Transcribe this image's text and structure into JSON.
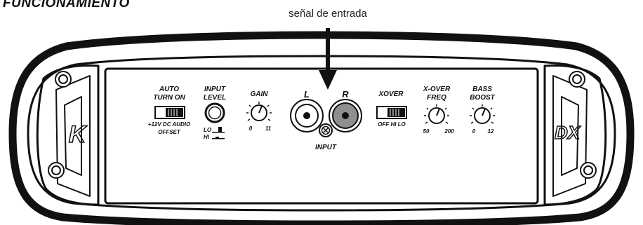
{
  "header": {
    "title": "FUNCIONAMIENTO"
  },
  "signal": {
    "caption": "señal de entrada"
  },
  "controls": {
    "auto_turn_on": {
      "line1": "AUTO",
      "line2": "TURN ON",
      "sub1": "+12V DC AUDIO",
      "sub2": "OFFSET"
    },
    "input_level": {
      "line1": "INPUT",
      "line2": "LEVEL",
      "lo": "LO",
      "hi": "HI"
    },
    "gain": {
      "label": "GAIN",
      "min": "0",
      "max": "11"
    },
    "rca": {
      "left": "L",
      "right": "R",
      "label": "INPUT"
    },
    "xover": {
      "label": "XOVER",
      "options": "OFF HI LO"
    },
    "xover_freq": {
      "line1": "X-OVER",
      "line2": "FREQ",
      "min": "50",
      "max": "200"
    },
    "bass_boost": {
      "line1": "BASS",
      "line2": "BOOST",
      "min": "0",
      "max": "12"
    }
  },
  "brand": {
    "left_logo": "K",
    "right_logo": "DX"
  },
  "colors": {
    "outline": "#111111",
    "panel": "#ffffff",
    "rca_right_fill": "#8f8f8f"
  }
}
